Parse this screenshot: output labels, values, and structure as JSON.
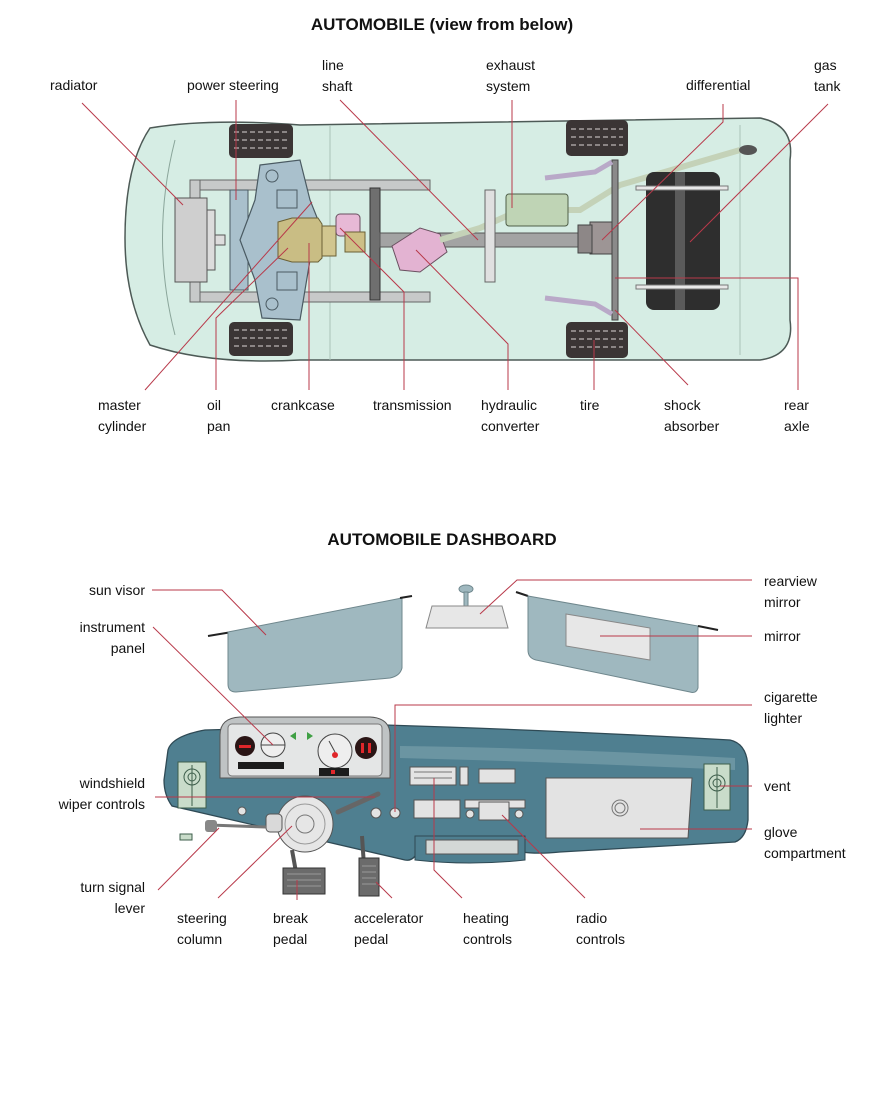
{
  "diagrams": [
    {
      "title": "AUTOMOBILE (view from below)",
      "labels": {
        "radiator": "radiator",
        "power_steering": "power steering",
        "line_shaft": "line\nshaft",
        "exhaust_system": "exhaust\nsystem",
        "differential": "differential",
        "gas_tank": "gas\ntank",
        "master_cylinder": "master\ncylinder",
        "oil_pan": "oil\npan",
        "crankcase": "crankcase",
        "transmission": "transmission",
        "hydraulic_converter": "hydraulic\nconverter",
        "tire": "tire",
        "shock_absorber": "shock\nabsorber",
        "rear_axle": "rear\naxle"
      }
    },
    {
      "title": "AUTOMOBILE DASHBOARD",
      "labels": {
        "sun_visor": "sun visor",
        "instrument_panel": "instrument\npanel",
        "windshield_wiper_controls": "windshield\nwiper controls",
        "turn_signal_lever": "turn signal\nlever",
        "steering_column": "steering\ncolumn",
        "break_pedal": "break\npedal",
        "accelerator_pedal": "accelerator\npedal",
        "heating_controls": "heating\ncontrols",
        "radio_controls": "radio\ncontrols",
        "rearview_mirror": "rearview\nmirror",
        "mirror": "mirror",
        "cigarette_lighter": "cigarette\nlighter",
        "vent": "vent",
        "glove_compartment": "glove\ncompartment"
      }
    }
  ],
  "colors": {
    "leader_line": "#b8394a",
    "body_fill": "#d6ede4",
    "dashboard_fill": "#4f7f90",
    "visor_fill": "#9fb8bf"
  }
}
